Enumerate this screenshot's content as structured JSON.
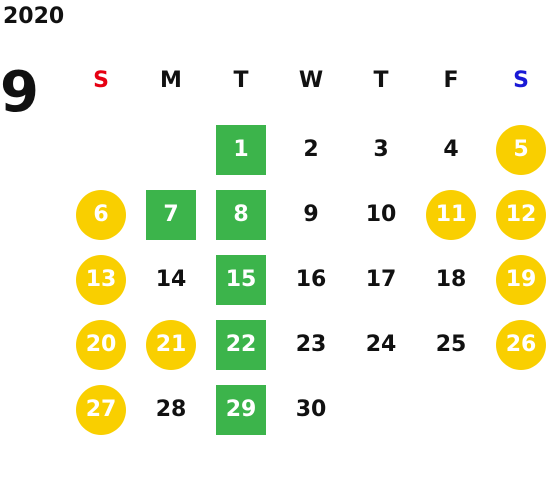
{
  "year": "2020",
  "month": "9",
  "colors": {
    "sunday": "#e60012",
    "saturday": "#1a1ad6",
    "weekday": "#111111",
    "holiday_circle": "#f9cf00",
    "green_square": "#3cb44b",
    "highlight_text": "#ffffff"
  },
  "weekdays": [
    "S",
    "M",
    "T",
    "W",
    "T",
    "F",
    "S"
  ],
  "first_weekday_index": 2,
  "days": [
    {
      "d": "1",
      "mark": "square"
    },
    {
      "d": "2",
      "mark": ""
    },
    {
      "d": "3",
      "mark": ""
    },
    {
      "d": "4",
      "mark": ""
    },
    {
      "d": "5",
      "mark": "circle"
    },
    {
      "d": "6",
      "mark": "circle"
    },
    {
      "d": "7",
      "mark": "square"
    },
    {
      "d": "8",
      "mark": "square"
    },
    {
      "d": "9",
      "mark": ""
    },
    {
      "d": "10",
      "mark": ""
    },
    {
      "d": "11",
      "mark": "circle"
    },
    {
      "d": "12",
      "mark": "circle"
    },
    {
      "d": "13",
      "mark": "circle"
    },
    {
      "d": "14",
      "mark": ""
    },
    {
      "d": "15",
      "mark": "square"
    },
    {
      "d": "16",
      "mark": ""
    },
    {
      "d": "17",
      "mark": ""
    },
    {
      "d": "18",
      "mark": ""
    },
    {
      "d": "19",
      "mark": "circle"
    },
    {
      "d": "20",
      "mark": "circle"
    },
    {
      "d": "21",
      "mark": "circle"
    },
    {
      "d": "22",
      "mark": "square"
    },
    {
      "d": "23",
      "mark": ""
    },
    {
      "d": "24",
      "mark": ""
    },
    {
      "d": "25",
      "mark": ""
    },
    {
      "d": "26",
      "mark": "circle"
    },
    {
      "d": "27",
      "mark": "circle"
    },
    {
      "d": "28",
      "mark": ""
    },
    {
      "d": "29",
      "mark": "square"
    },
    {
      "d": "30",
      "mark": ""
    }
  ]
}
